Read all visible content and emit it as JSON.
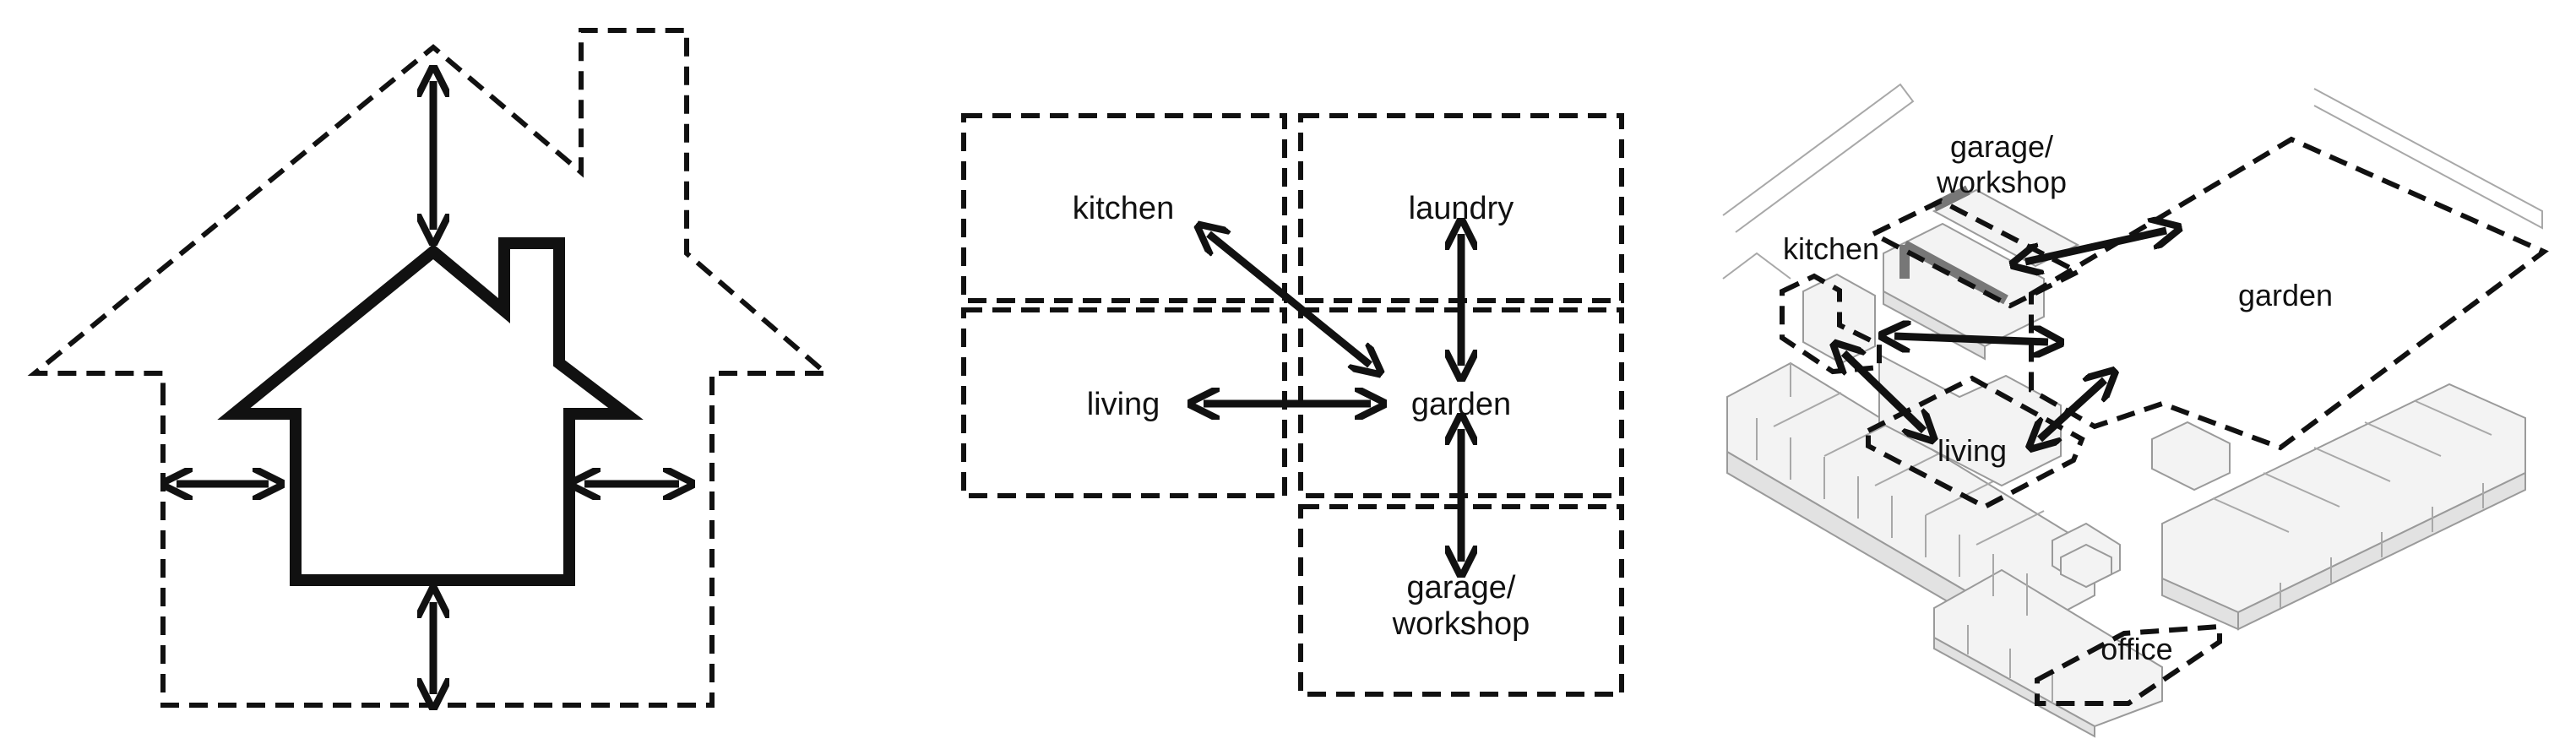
{
  "panels": {
    "house": {},
    "plan": {
      "rooms": [
        {
          "key": "kitchen",
          "label": "kitchen"
        },
        {
          "key": "laundry",
          "label": "laundry"
        },
        {
          "key": "living",
          "label": "living"
        },
        {
          "key": "garden",
          "label": "garden"
        },
        {
          "key": "garage",
          "label_line1": "garage/",
          "label_line2": "workshop"
        }
      ]
    },
    "axo": {
      "labels": {
        "garage_line1": "garage/",
        "garage_line2": "workshop",
        "kitchen": "kitchen",
        "garden": "garden",
        "living": "living",
        "office": "office"
      }
    }
  },
  "colors": {
    "ink": "#111111",
    "building_fill": "#f3f3f3",
    "building_stroke": "#9a9a9a"
  }
}
